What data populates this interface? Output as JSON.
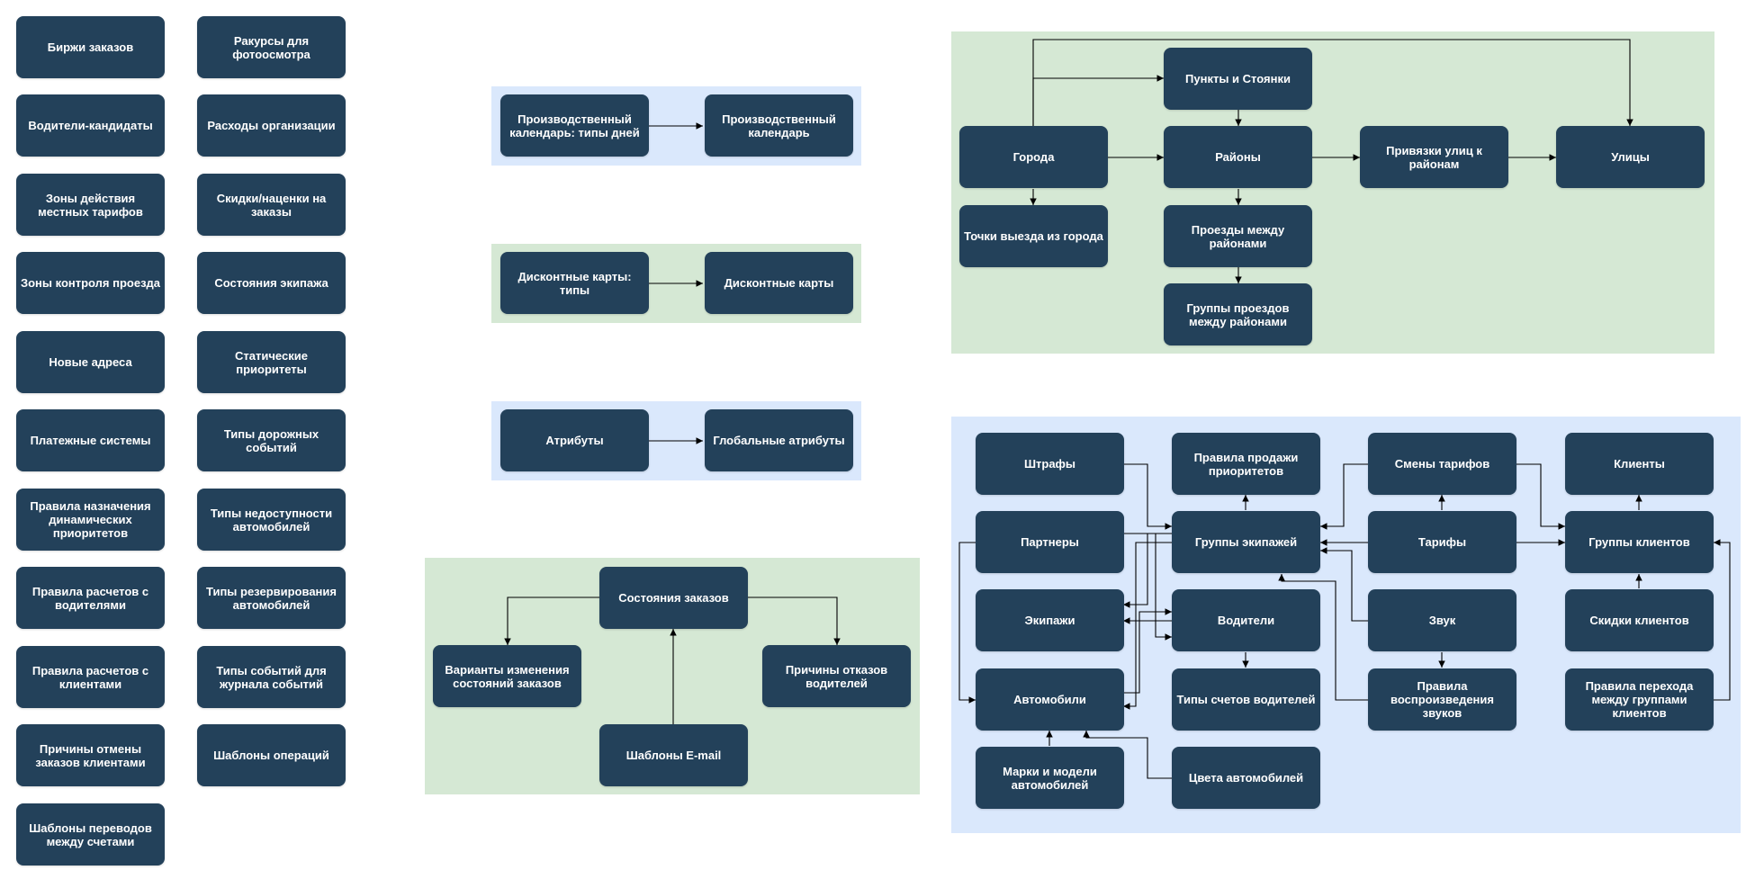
{
  "colors": {
    "node_fill": "#23415a",
    "node_text": "#ffffff",
    "group_blue": "#dae8fc",
    "group_green": "#d5e8d4",
    "edge": "#000000"
  },
  "standalone": [
    "Биржи заказов",
    "Ракурсы для фотоосмотра",
    "Водители-кандидаты",
    "Расходы организации",
    "Зоны действия местных тарифов",
    "Скидки/наценки на заказы",
    "Зоны контроля проезда",
    "Состояния экипажа",
    "Новые адреса",
    "Статические приоритеты",
    "Платежные системы",
    "Типы дорожных событий",
    "Правила назначения динамических приоритетов",
    "Типы недоступности автомобилей",
    "Правила расчетов с водителями",
    "Типы резервирования автомобилей",
    "Правила расчетов с клиентами",
    "Типы событий для журнала событий",
    "Причины отмены заказов клиентами",
    "Шаблоны операций",
    "Шаблоны переводов между счетами"
  ],
  "calendar": {
    "day_types": "Производственный календарь: типы дней",
    "calendar": "Производственный календарь"
  },
  "discount": {
    "types": "Дисконтные карты: типы",
    "cards": "Дисконтные карты"
  },
  "attributes": {
    "attributes": "Атрибуты",
    "global": "Глобальные атрибуты"
  },
  "orders": {
    "states": "Состояния заказов",
    "variants": "Варианты изменения состояний заказов",
    "reasons": "Причины отказов водителей",
    "email": "Шаблоны E-mail"
  },
  "geo": {
    "points": "Пункты и Стоянки",
    "cities": "Города",
    "districts": "Районы",
    "street_links": "Привязки улиц к районам",
    "streets": "Улицы",
    "exit_points": "Точки выезда из города",
    "passages": "Проезды между районами",
    "passage_groups": "Группы проездов между районами"
  },
  "fleet": {
    "fines": "Штрафы",
    "priority_rules": "Правила продажи приоритетов",
    "tariff_changes": "Смены тарифов",
    "clients": "Клиенты",
    "partners": "Партнеры",
    "crew_groups": "Группы экипажей",
    "tariffs": "Тарифы",
    "client_groups": "Группы клиентов",
    "crews": "Экипажи",
    "drivers": "Водители",
    "sound": "Звук",
    "client_discounts": "Скидки клиентов",
    "cars": "Автомобили",
    "driver_accounts": "Типы счетов водителей",
    "sound_rules": "Правила воспроизведения звуков",
    "client_group_rules": "Правила перехода между группами клиентов",
    "car_models": "Марки и модели автомобилей",
    "car_colors": "Цвета автомобилей"
  }
}
